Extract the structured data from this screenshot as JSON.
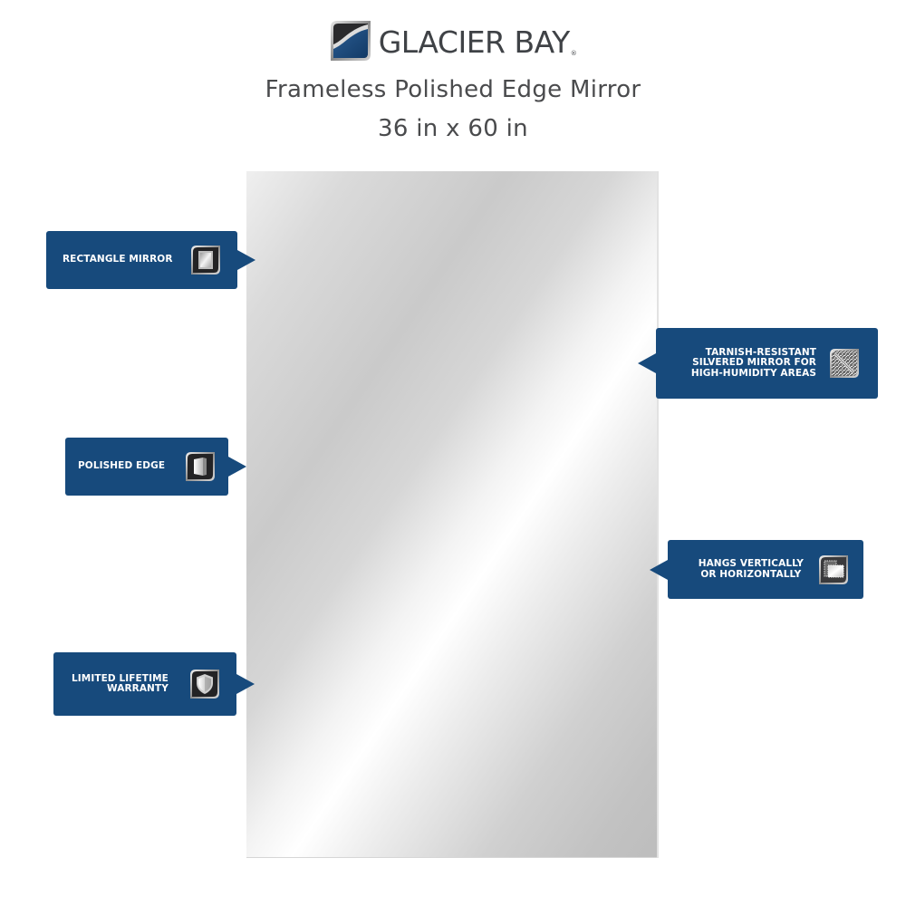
{
  "brand": {
    "name": "GLACIER BAY",
    "registered_mark": "®",
    "logo_icon": "glacier-bay-logo-icon"
  },
  "product": {
    "title": "Frameless Polished Edge Mirror",
    "dimensions": "36 in x 60 in"
  },
  "colors": {
    "callout_background": "#174a7c",
    "callout_text": "#ffffff",
    "title_text": "#4a4b4d"
  },
  "callouts": [
    {
      "id": "rectangle-mirror",
      "label": "RECTANGLE MIRROR",
      "icon": "rectangle-mirror-icon",
      "side": "left"
    },
    {
      "id": "tarnish-resistant",
      "label": "TARNISH-RESISTANT\nSILVERED MIRROR FOR\nHIGH-HUMIDITY AREAS",
      "icon": "tarnish-resistant-icon",
      "side": "right"
    },
    {
      "id": "polished-edge",
      "label": "POLISHED EDGE",
      "icon": "polished-edge-icon",
      "side": "left"
    },
    {
      "id": "hangs-orientation",
      "label": "HANGS VERTICALLY\nOR HORIZONTALLY",
      "icon": "hang-orientation-icon",
      "side": "right"
    },
    {
      "id": "warranty",
      "label": "LIMITED LIFETIME\nWARRANTY",
      "icon": "shield-icon",
      "side": "left"
    }
  ]
}
